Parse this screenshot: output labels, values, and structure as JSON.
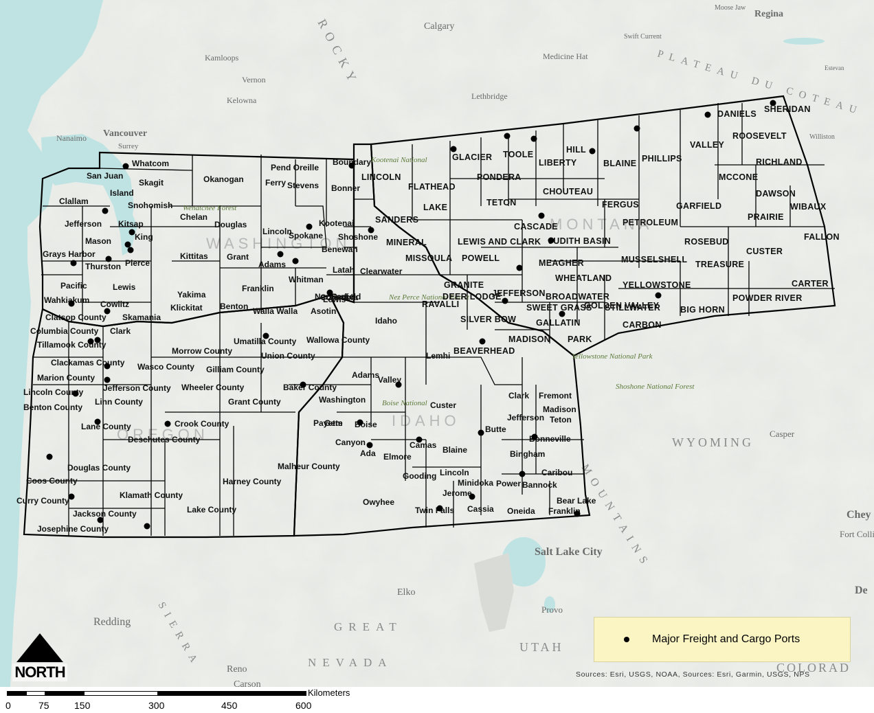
{
  "map": {
    "background_labels": [
      {
        "id": "calgary",
        "text": "Calgary"
      },
      {
        "id": "regina",
        "text": "Regina"
      },
      {
        "id": "moose-jaw",
        "text": "Moose Jaw"
      },
      {
        "id": "swift-current",
        "text": "Swift Current"
      },
      {
        "id": "medicine-hat",
        "text": "Medicine Hat"
      },
      {
        "id": "lethbridge",
        "text": "Lethbridge"
      },
      {
        "id": "kamloops",
        "text": "Kamloops"
      },
      {
        "id": "vernon",
        "text": "Vernon"
      },
      {
        "id": "kelowna",
        "text": "Kelowna"
      },
      {
        "id": "vancouver",
        "text": "Vancouver"
      },
      {
        "id": "nanaimo",
        "text": "Nanaimo"
      },
      {
        "id": "surrey",
        "text": "Surrey"
      },
      {
        "id": "estevan",
        "text": "Estevan"
      },
      {
        "id": "williston",
        "text": "Williston"
      },
      {
        "id": "salt-lake-city",
        "text": "Salt Lake City"
      },
      {
        "id": "elko",
        "text": "Elko"
      },
      {
        "id": "redding",
        "text": "Redding"
      },
      {
        "id": "reno",
        "text": "Reno"
      },
      {
        "id": "carson",
        "text": "Carson"
      },
      {
        "id": "provo",
        "text": "Provo"
      },
      {
        "id": "casper",
        "text": "Casper"
      },
      {
        "id": "cheyenne",
        "text": "Chey"
      },
      {
        "id": "fort-collins",
        "text": "Fort Collin"
      },
      {
        "id": "denver",
        "text": "De"
      },
      {
        "id": "great",
        "text": "GREAT"
      },
      {
        "id": "nevada",
        "text": "NEVADA"
      },
      {
        "id": "utah",
        "text": "UTAH"
      },
      {
        "id": "wyoming",
        "text": "WYOMING"
      },
      {
        "id": "colorado",
        "text": "COLORAD"
      },
      {
        "id": "sierra",
        "text": "SIERRA"
      },
      {
        "id": "plateau",
        "text": "PLATEAU DU COTEAU"
      },
      {
        "id": "rocky",
        "text": "ROCKY"
      },
      {
        "id": "mountains",
        "text": "MOUNTAINS"
      }
    ],
    "park_labels": [
      {
        "id": "kootenai-nf",
        "text": "Kootenai National"
      },
      {
        "id": "wenatchee-nf",
        "text": "Wenatchee Forest"
      },
      {
        "id": "nez-perce-nf",
        "text": "Nez Perce National Forest"
      },
      {
        "id": "yellowstone-np",
        "text": "Yellowstone National Park"
      },
      {
        "id": "shoshone-nf",
        "text": "Shoshone National Forest"
      },
      {
        "id": "boise-nf",
        "text": "Boise National"
      }
    ],
    "counties": [
      "Whatcom",
      "San Juan",
      "Skagit",
      "Island",
      "Snohomish",
      "Clallam",
      "Jefferson",
      "Kitsap",
      "Mason",
      "King",
      "Grays Harbor",
      "Thurston",
      "Pierce",
      "Okanogan",
      "Chelan",
      "Douglas",
      "Kittitas",
      "Pacific",
      "Lewis",
      "Wahkiakum",
      "Cowlitz",
      "Yakima",
      "Skamania",
      "Klickitat",
      "Benton",
      "Franklin",
      "Walla Walla",
      "Grant",
      "Adams",
      "Lincoln",
      "Spokane",
      "Ferry",
      "Stevens",
      "Pend Oreille",
      "Whitman",
      "Asotin",
      "Columbia",
      "Garfield",
      "Clatsop County",
      "Columbia County",
      "Clark",
      "Tillamook County",
      "Clackamas County",
      "Wasco County",
      "Marion County",
      "Jefferson County",
      "Wheeler County",
      "Gilliam County",
      "Morrow County",
      "Umatilla County",
      "Union County",
      "Wallowa County",
      "Baker County",
      "Grant County",
      "Linn County",
      "Lincoln County",
      "Benton County",
      "Lane County",
      "Crook County",
      "Deschutes County",
      "Douglas County",
      "Coos County",
      "Curry County",
      "Klamath County",
      "Lake County",
      "Harney County",
      "Malheur County",
      "Jackson County",
      "Josephine County",
      "Boundary",
      "Bonner",
      "Kootenai",
      "Shoshone",
      "Benewah",
      "Latah",
      "Clearwater",
      "Nez Perce",
      "Lewis",
      "Idaho",
      "Adams",
      "Valley",
      "Washington",
      "Payette",
      "Gem",
      "Boise",
      "Canyon",
      "Ada",
      "Elmore",
      "Owyhee",
      "Camas",
      "Blaine",
      "Gooding",
      "Lincoln",
      "Jerome",
      "Minidoka",
      "Twin Falls",
      "Cassia",
      "Custer",
      "Lemhi",
      "Butte",
      "Clark",
      "Fremont",
      "Jefferson",
      "Madison",
      "Teton",
      "Bonneville",
      "Bingham",
      "Power",
      "Bannock",
      "Caribou",
      "Oneida",
      "Franklin",
      "Bear Lake",
      "GLACIER",
      "TOOLE",
      "LIBERTY",
      "HILL",
      "BLAINE",
      "PHILLIPS",
      "VALLEY",
      "DANIELS",
      "SHERIDAN",
      "ROOSEVELT",
      "RICHLAND",
      "MCCONE",
      "DAWSON",
      "WIBAUX",
      "PRAIRIE",
      "FALLON",
      "LINCOLN",
      "FLATHEAD",
      "PONDERA",
      "TETON",
      "CHOUTEAU",
      "FERGUS",
      "GARFIELD",
      "PETROLEUM",
      "SANDERS",
      "LAKE",
      "CASCADE",
      "JUDITH BASIN",
      "ROSEBUD",
      "CUSTER",
      "MINERAL",
      "MISSOULA",
      "POWELL",
      "LEWIS AND CLARK",
      "MEAGHER",
      "MUSSELSHELL",
      "TREASURE",
      "WHEATLAND",
      "GRANITE",
      "RAVALLI",
      "JEFFERSON",
      "YELLOWSTONE",
      "CARTER",
      "SWEET GRASS",
      "STILLWATER",
      "BIG HORN",
      "POWDER RIVER",
      "SILVER BOW",
      "GALLATIN",
      "CARBON",
      "MADISON",
      "PARK",
      "BEAVERHEAD",
      "DEER LODGE",
      "BROADWATER",
      "GOLDEN VALLEY"
    ],
    "state_watermarks": [
      "WASHINGTON",
      "OREGON",
      "IDAHO",
      "MONTANA"
    ],
    "ports_count": 52
  },
  "legend": {
    "symbol": "black-dot",
    "label": "Major Freight and Cargo Ports"
  },
  "sources": "Sources: Esri, USGS, NOAA, Sources: Esri, Garmin, USGS, NPS",
  "north_arrow": {
    "label": "NORTH"
  },
  "scale_bar": {
    "unit": "Kilometers",
    "ticks": [
      "0",
      "75",
      "150",
      "300",
      "450",
      "600"
    ]
  },
  "colors": {
    "water": "#bfe3e3",
    "land": "#eef0ec",
    "boundary": "#000000",
    "legend_bg": "#fbf5c4",
    "park_green": "#5d7a3a"
  }
}
